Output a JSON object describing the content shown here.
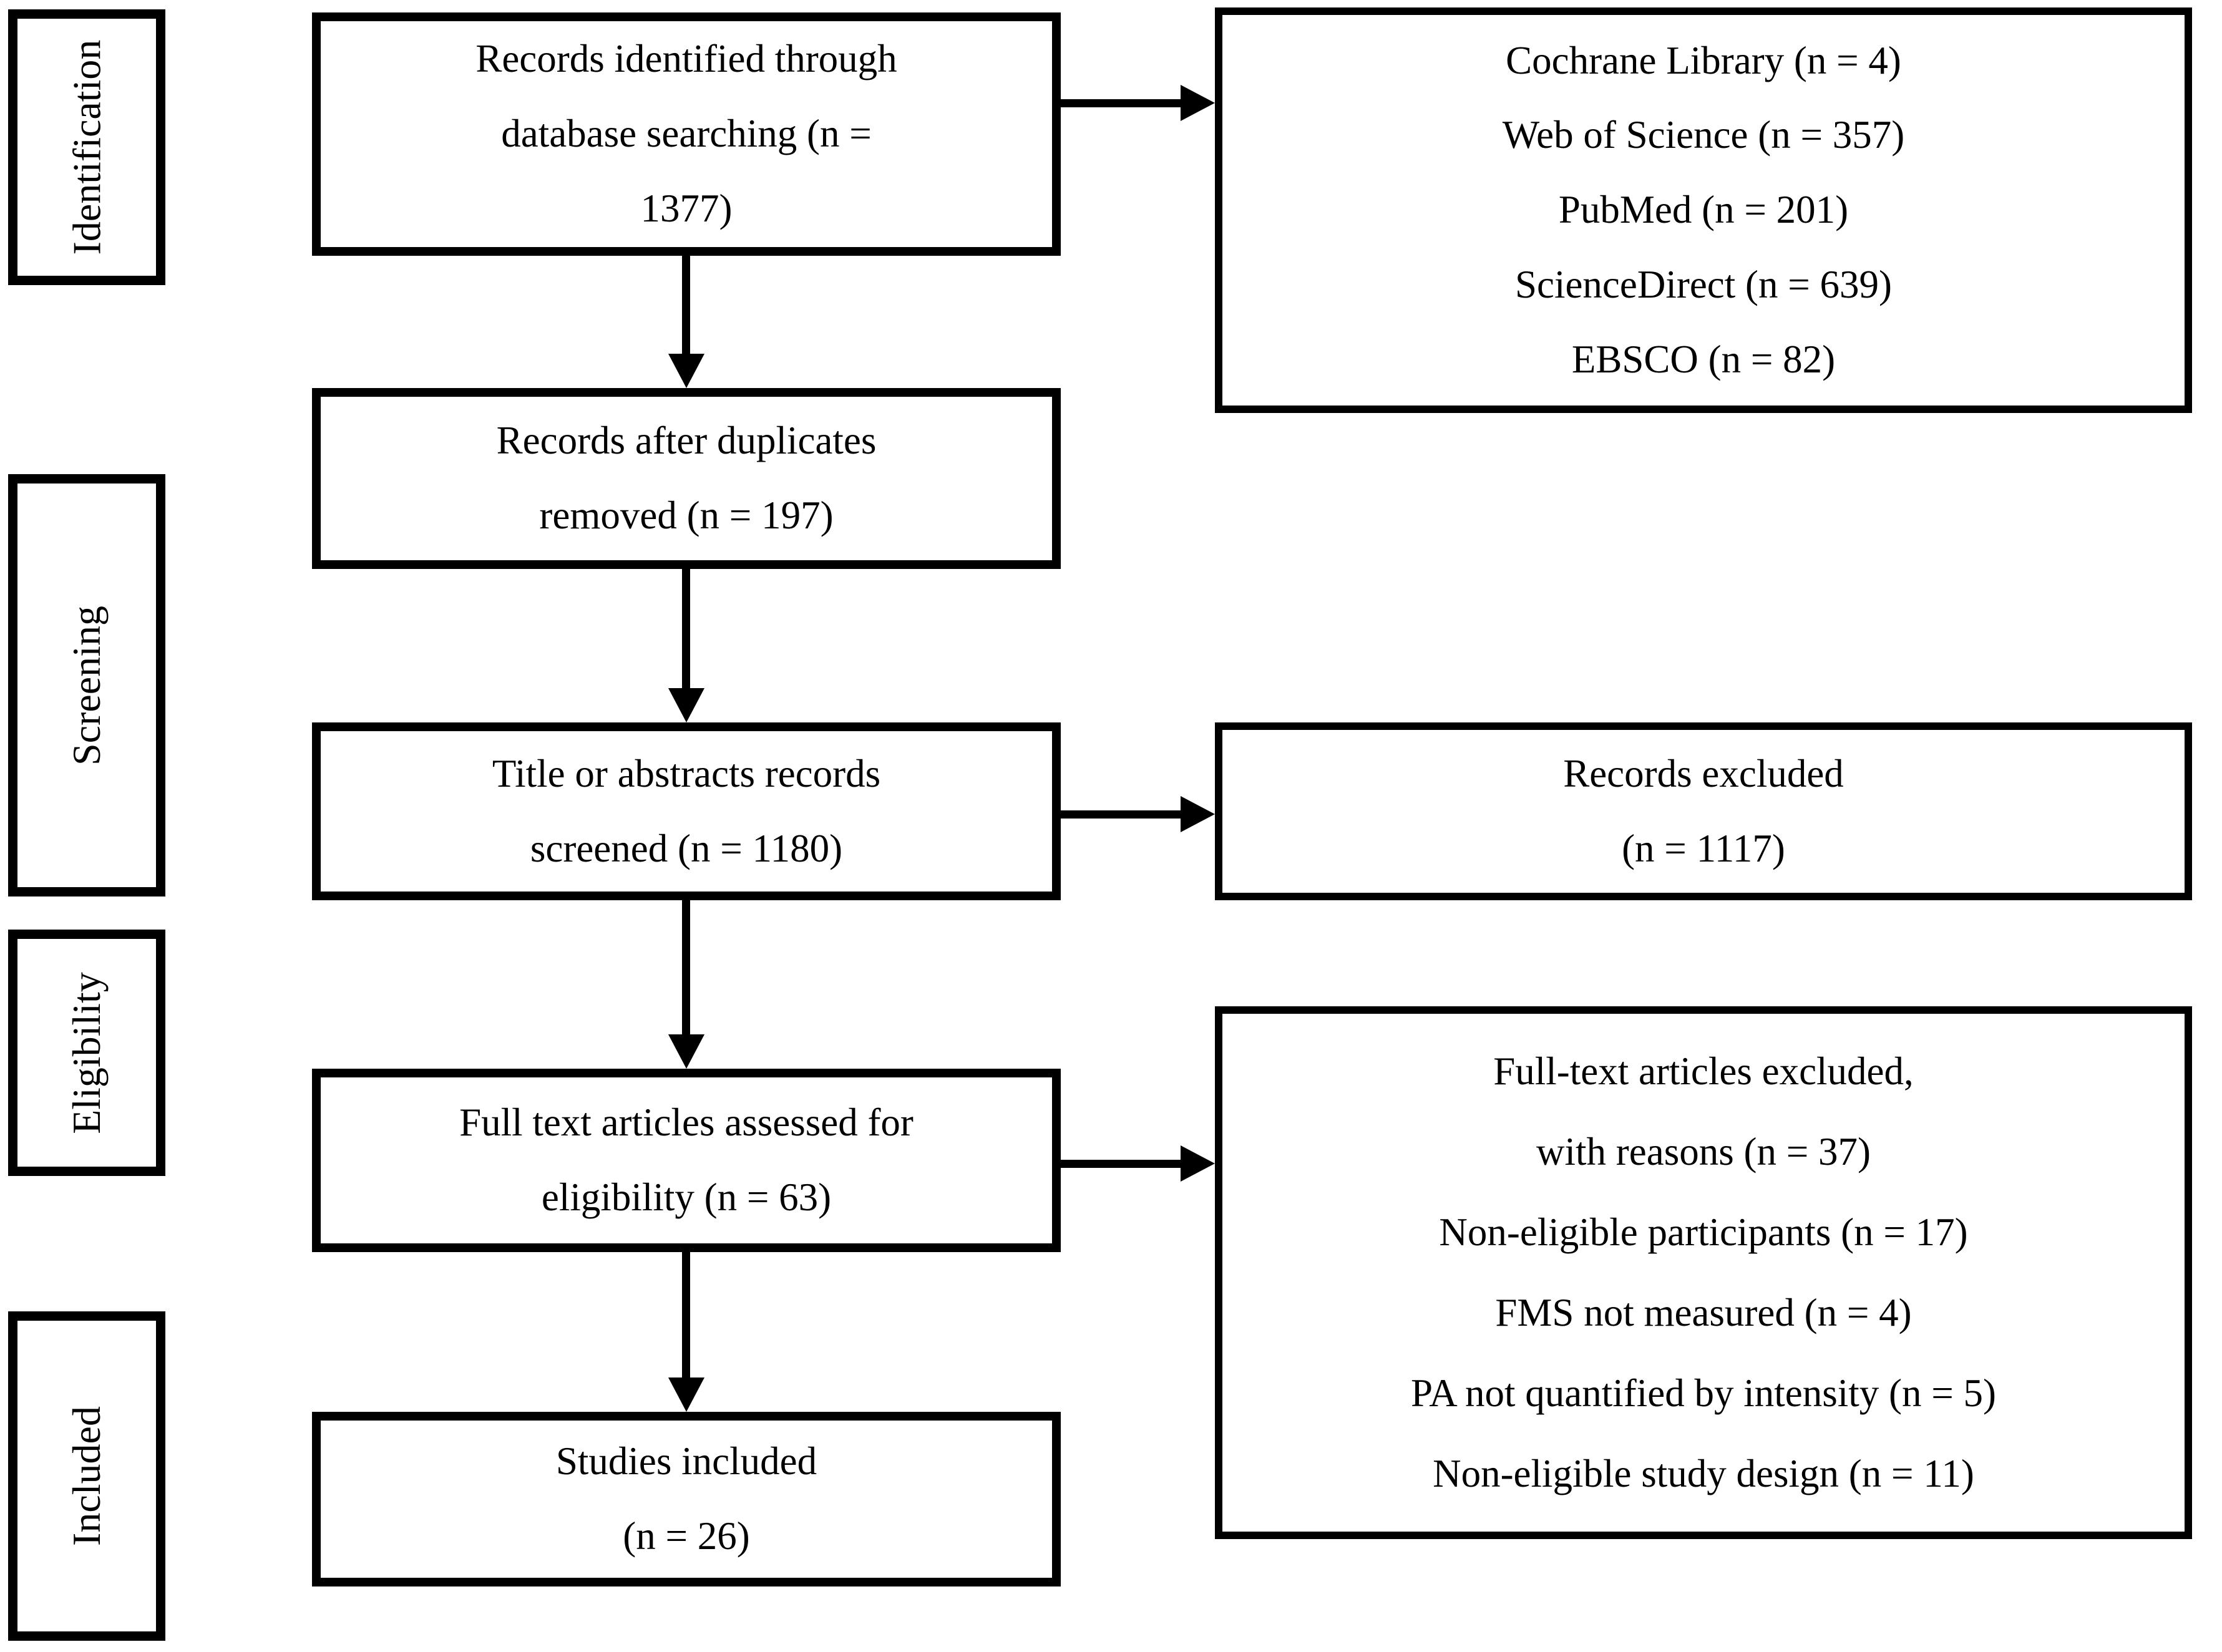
{
  "page": {
    "background_color": "#ffffff",
    "line_color": "#000000"
  },
  "stages": {
    "identification": "Identification",
    "screening": "Screening",
    "eligibility": "Eligibility",
    "included": "Included"
  },
  "boxes": {
    "identified": {
      "lines": [
        "Records identified through",
        "database searching (n =",
        "1377)"
      ]
    },
    "databases": {
      "lines": [
        "Cochrane Library (n = 4)",
        "Web of Science (n = 357)",
        "PubMed (n = 201)",
        "ScienceDirect (n = 639)",
        "EBSCO (n = 82)"
      ]
    },
    "deduplicated": {
      "lines": [
        "Records after duplicates",
        "removed (n = 197)"
      ]
    },
    "screened": {
      "lines": [
        "Title or abstracts records",
        "screened (n = 1180)"
      ]
    },
    "records_excluded": {
      "lines": [
        "Records excluded",
        "(n = 1117)"
      ]
    },
    "fulltext_assessed": {
      "lines": [
        "Full text articles assessed for",
        "eligibility (n = 63)"
      ]
    },
    "fulltext_excluded": {
      "lines": [
        "Full-text articles excluded,",
        "with reasons (n = 37)",
        "Non-eligible participants (n = 17)",
        "FMS not measured (n = 4)",
        "PA not quantified by intensity (n = 5)",
        "Non-eligible study design (n = 11)"
      ]
    },
    "included_studies": {
      "lines": [
        "Studies included",
        "(n = 26)"
      ]
    }
  }
}
